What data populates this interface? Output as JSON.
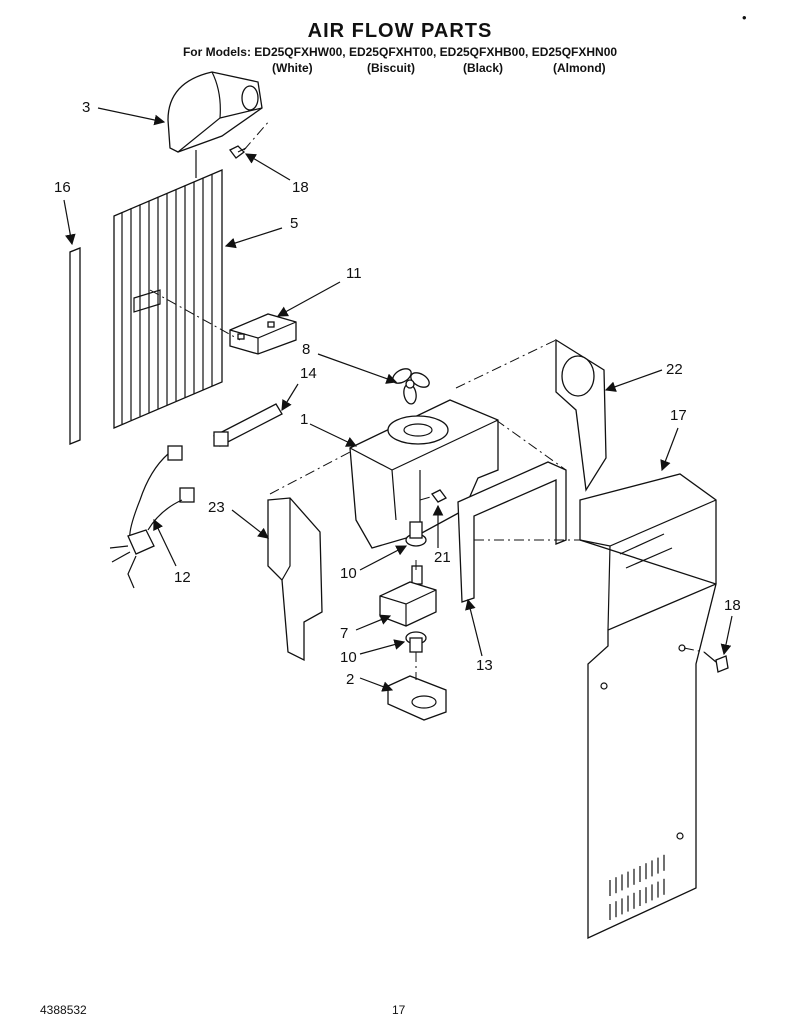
{
  "title": "AIR FLOW PARTS",
  "models_line": "For Models: ED25QFXHW00, ED25QFXHT00, ED25QFXHB00, ED25QFXHN00",
  "colors": [
    "(White)",
    "(Biscuit)",
    "(Black)",
    "(Almond)"
  ],
  "callouts": {
    "c3": "3",
    "c18a": "18",
    "c16": "16",
    "c5": "5",
    "c11": "11",
    "c8": "8",
    "c14": "14",
    "c1": "1",
    "c22": "22",
    "c17": "17",
    "c23": "23",
    "c12": "12",
    "c21": "21",
    "c10a": "10",
    "c7": "7",
    "c10b": "10",
    "c2": "2",
    "c13": "13",
    "c18b": "18"
  },
  "footer": {
    "doc_number": "4388532",
    "page_number": "17"
  },
  "bullet": "•"
}
